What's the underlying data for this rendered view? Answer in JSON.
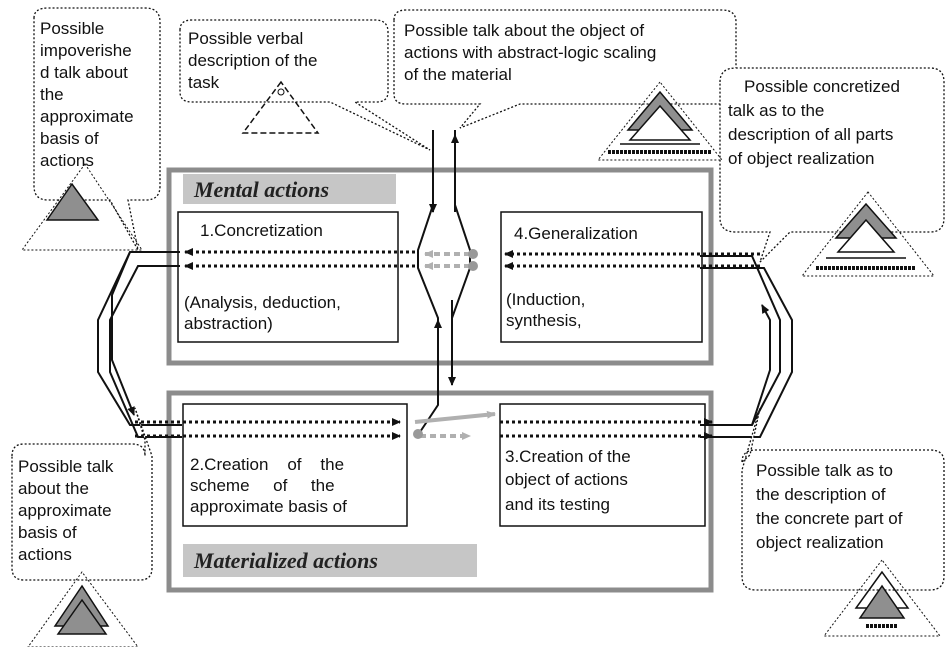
{
  "sections": {
    "mental_title": "Mental actions",
    "materialized_title": "Materialized actions"
  },
  "boxes": {
    "concretization": {
      "title": "1.Concretization",
      "line1": "(Analysis,  deduction,",
      "line2": "abstraction)"
    },
    "generalization": {
      "title": "4.Generalization",
      "line1": "(Induction,",
      "line2": "synthesis,"
    },
    "creation_scheme": {
      "line1": "2.Creation    of    the",
      "line2": "scheme     of     the",
      "line3": "approximate basis of"
    },
    "creation_object": {
      "line1": "3.Creation of the",
      "line2": "object of actions",
      "line3": "and its testing"
    }
  },
  "callouts": {
    "impoverished": [
      "Possible",
      "impoverishe",
      "d talk about",
      "the",
      "approximate",
      "basis of",
      "actions"
    ],
    "verbal": [
      "Possible verbal",
      "description of the",
      "task"
    ],
    "abstract_logic": [
      "Possible talk about the object of",
      "actions with abstract-logic scaling",
      "of the material"
    ],
    "concretized": [
      "Possible concretized",
      "talk as to the",
      "description of all parts",
      "of object realization"
    ],
    "approximate_basis": [
      "Possible talk",
      "about the",
      "approximate",
      "basis of",
      "actions"
    ],
    "concrete_part": [
      "Possible talk as to",
      "the description of",
      "the concrete part of",
      "object realization"
    ]
  },
  "colors": {
    "frame": "#8c8c8c",
    "title_fill": "#c6c6c6",
    "arrow_gray": "#b0b0b0",
    "triangle_fill": "#8f8f8f"
  }
}
